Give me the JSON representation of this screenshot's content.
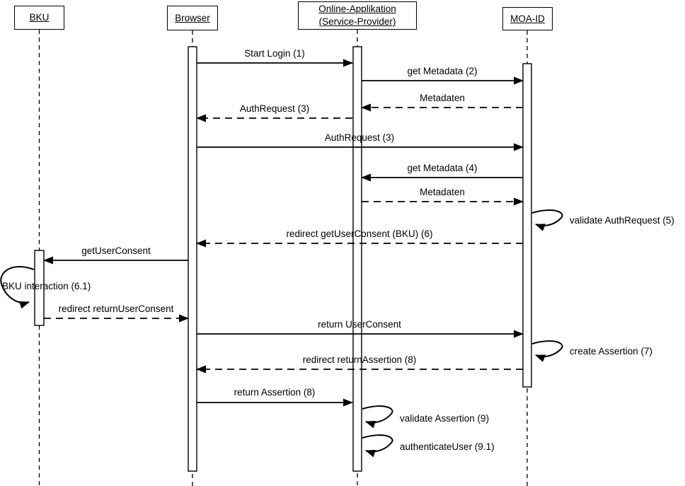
{
  "diagram_type": "uml-sequence-diagram",
  "colors": {
    "line": "#000000",
    "background": "#ffffff",
    "text": "#000000"
  },
  "actors": [
    {
      "label": "BKU"
    },
    {
      "label": "Browser"
    },
    {
      "label": "Online-Applikation (Service-Provider)"
    },
    {
      "label": "MOA-ID"
    }
  ],
  "messages": [
    {
      "label": "Start Login (1)",
      "from": "Browser",
      "to": "Online-Applikation (Service-Provider)",
      "style": "solid"
    },
    {
      "label": "get Metadata (2)",
      "from": "Online-Applikation (Service-Provider)",
      "to": "MOA-ID",
      "style": "solid"
    },
    {
      "label": "Metadaten",
      "from": "MOA-ID",
      "to": "Online-Applikation (Service-Provider)",
      "style": "dashed"
    },
    {
      "label": "AuthRequest (3)",
      "from": "Online-Applikation (Service-Provider)",
      "to": "Browser",
      "style": "dashed"
    },
    {
      "label": "AuthRequest (3)",
      "from": "Browser",
      "to": "MOA-ID",
      "style": "solid"
    },
    {
      "label": "get Metadata (4)",
      "from": "MOA-ID",
      "to": "Online-Applikation (Service-Provider)",
      "style": "solid"
    },
    {
      "label": "Metadaten",
      "from": "Online-Applikation (Service-Provider)",
      "to": "MOA-ID",
      "style": "dashed"
    },
    {
      "label": "validate AuthRequest (5)",
      "from": "MOA-ID",
      "to": "MOA-ID",
      "style": "self"
    },
    {
      "label": "redirect getUserConsent (BKU) (6)",
      "from": "MOA-ID",
      "to": "Browser",
      "style": "dashed"
    },
    {
      "label": "getUserConsent",
      "from": "Browser",
      "to": "BKU",
      "style": "solid"
    },
    {
      "label": "BKU interaction (6.1)",
      "from": "BKU",
      "to": "BKU",
      "style": "self"
    },
    {
      "label": "redirect returnUserConsent",
      "from": "BKU",
      "to": "Browser",
      "style": "dashed"
    },
    {
      "label": "return UserConsent",
      "from": "Browser",
      "to": "MOA-ID",
      "style": "solid"
    },
    {
      "label": "create Assertion (7)",
      "from": "MOA-ID",
      "to": "MOA-ID",
      "style": "self"
    },
    {
      "label": "redirect returnAssertion (8)",
      "from": "MOA-ID",
      "to": "Browser",
      "style": "dashed"
    },
    {
      "label": "return Assertion (8)",
      "from": "Browser",
      "to": "Online-Applikation (Service-Provider)",
      "style": "solid"
    },
    {
      "label": "validate Assertion (9)",
      "from": "Online-Applikation (Service-Provider)",
      "to": "Online-Applikation (Service-Provider)",
      "style": "self"
    },
    {
      "label": "authenticateUser (9.1)",
      "from": "Online-Applikation (Service-Provider)",
      "to": "Online-Applikation (Service-Provider)",
      "style": "self"
    }
  ]
}
